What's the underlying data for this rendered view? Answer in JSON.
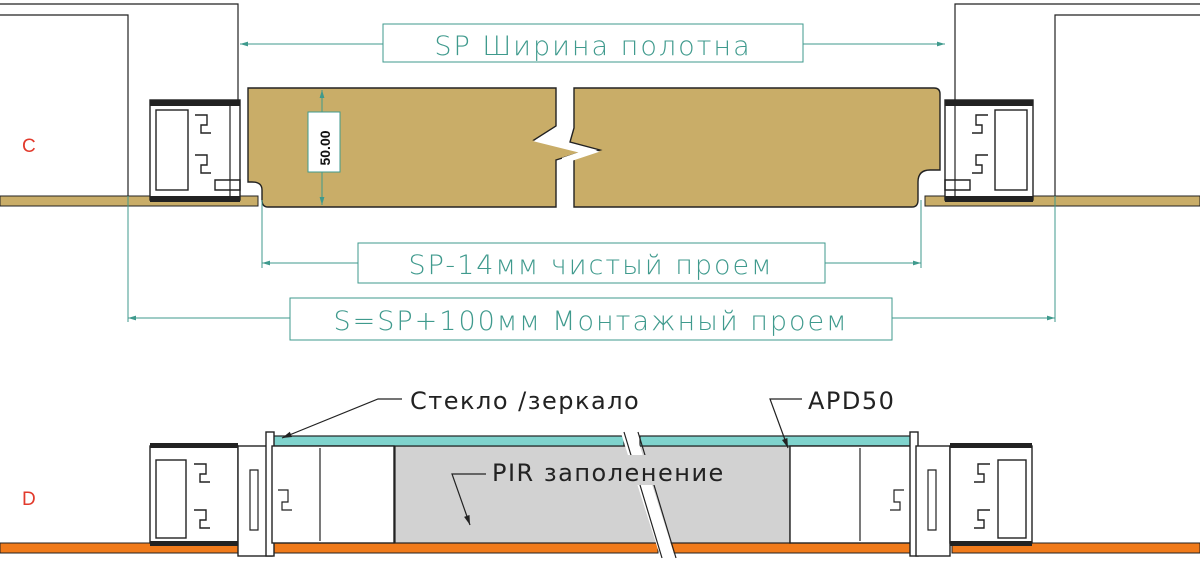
{
  "colors": {
    "dimension": "#3f9a8d",
    "panel_wood": "#c9ad68",
    "floor_wood": "#c9ad68",
    "floor_orange": "#f07a1a",
    "glass": "#7fd3cd",
    "pir": "#d2d2d2",
    "section_label": "#e23a2c",
    "outline": "#222222"
  },
  "section_c": {
    "label": "C",
    "dim_sp": "SP Ширина полотна",
    "dim_clear": "SP-14мм чистый проем",
    "dim_install": "S=SP+100мм Монтажный проем",
    "thickness": "50.00"
  },
  "section_d": {
    "label": "D",
    "callout_glass": "Стекло /зеркало",
    "callout_apd": "APD50",
    "callout_pir": "PIR заполенение"
  }
}
